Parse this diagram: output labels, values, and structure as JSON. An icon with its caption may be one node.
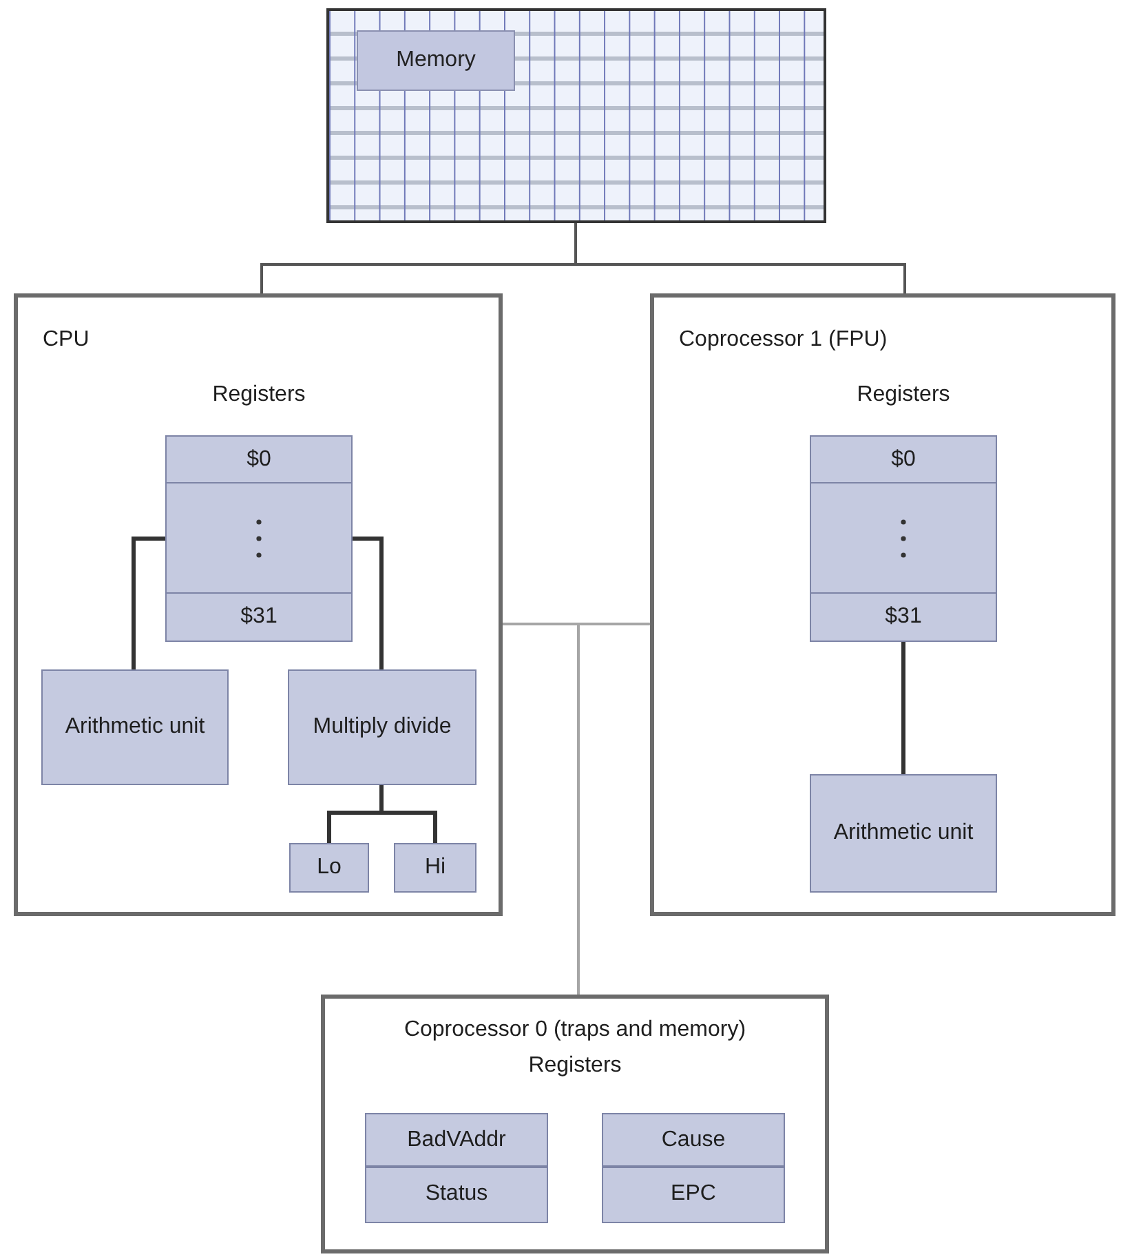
{
  "diagram": {
    "nodes": [
      {
        "text": [
          "Memory"
        ]
      },
      {
        "text": [
          "CPU"
        ]
      },
      {
        "text": [
          "$0",
          "$31"
        ],
        "in": 1
      },
      {
        "text": [
          "Arithmetic unit"
        ],
        "in": 1
      },
      {
        "text": [
          "Multiply divide"
        ],
        "in": 1
      },
      {
        "text": [
          "Lo"
        ],
        "in": 1
      },
      {
        "text": [
          "Hi"
        ],
        "in": 1
      },
      {
        "text": [
          "Coprocessor 1 (FPU)"
        ]
      },
      {
        "text": [
          "$0",
          "$31"
        ],
        "in": 7
      },
      {
        "text": [
          "Arithmetic unit"
        ],
        "in": 7
      },
      {
        "text": [
          "Coprocessor 0 (traps and memory)",
          "Registers"
        ]
      },
      {
        "text": [
          "BadVAddr",
          "Status"
        ],
        "in": 10
      },
      {
        "text": [
          "Cause",
          "EPC"
        ],
        "in": 10
      }
    ],
    "edges": [
      {
        "from": 0,
        "to": 1,
        "arrow": "none"
      },
      {
        "from": 0,
        "to": 7,
        "arrow": "none"
      },
      {
        "from": 1,
        "to": 7,
        "arrow": "none",
        "color": "#a6a6a6"
      },
      {
        "from": 1,
        "to": 10,
        "arrow": "none",
        "color": "#a6a6a6"
      },
      {
        "from": 7,
        "to": 10,
        "arrow": "none",
        "color": "#a6a6a6"
      },
      {
        "from": 2,
        "to": 3,
        "arrow": "none"
      },
      {
        "from": 2,
        "to": 4,
        "arrow": "none"
      },
      {
        "from": 4,
        "to": 5,
        "arrow": "none"
      },
      {
        "from": 4,
        "to": 6,
        "arrow": "none"
      },
      {
        "from": 8,
        "to": 9,
        "arrow": "none"
      }
    ],
    "labels": [
      "Registers",
      "Registers"
    ]
  }
}
